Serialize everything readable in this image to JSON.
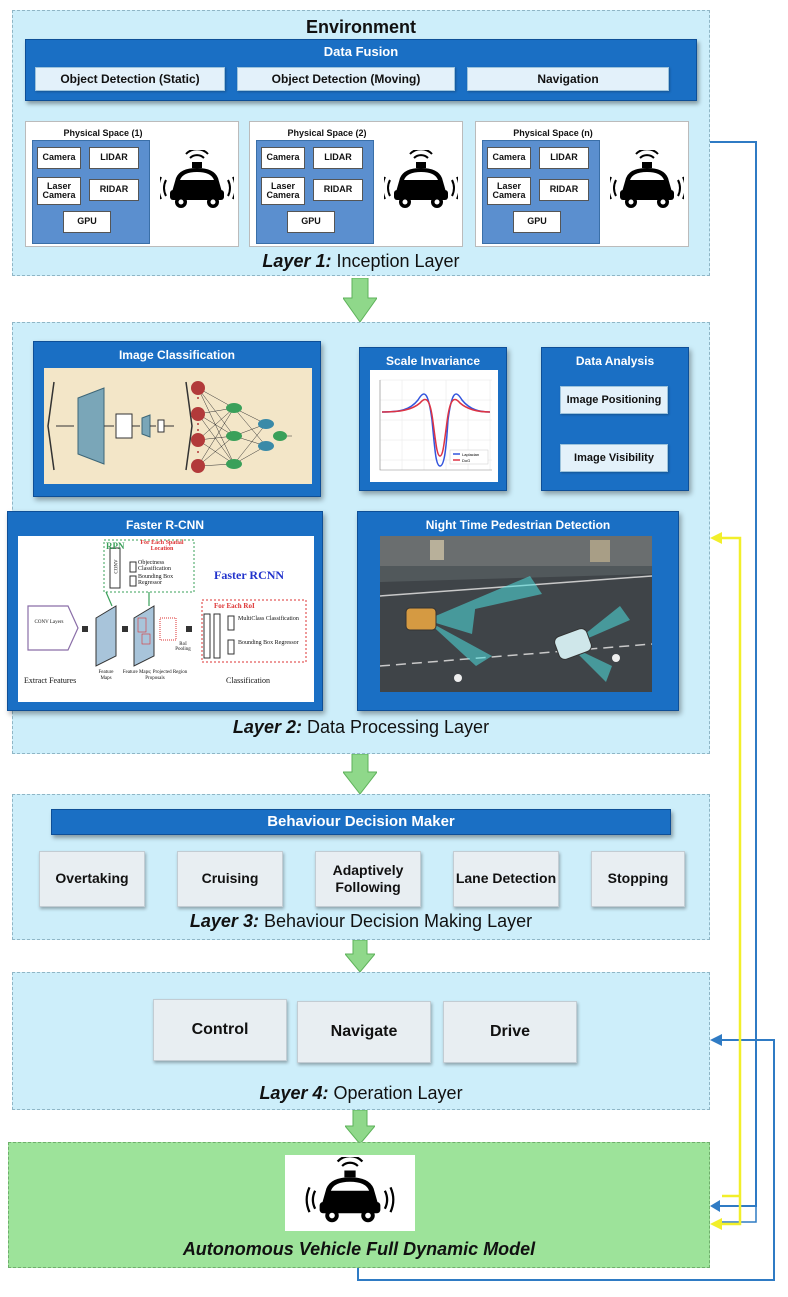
{
  "layer1": {
    "env_title": "Environment",
    "fusion_title": "Data Fusion",
    "fusion_items": [
      "Object Detection (Static)",
      "Object Detection (Moving)",
      "Navigation"
    ],
    "physical_spaces": [
      {
        "title": "Physical Space (1)"
      },
      {
        "title": "Physical Space (2)"
      },
      {
        "title": "Physical Space (n)"
      }
    ],
    "sensors": {
      "camera": "Camera",
      "lidar": "LIDAR",
      "laser_camera": "Laser Camera",
      "ridar": "RIDAR",
      "gpu": "GPU"
    },
    "caption_em": "Layer 1:",
    "caption_text": " Inception Layer"
  },
  "layer2": {
    "image_classification": {
      "title": "Image Classification"
    },
    "scale_invariance": {
      "title": "Scale Invariance",
      "legend": [
        "Laplacian",
        "DoG"
      ],
      "series_colors": [
        "#3355dd",
        "#dd3344"
      ]
    },
    "data_analysis": {
      "title": "Data Analysis",
      "items": [
        "Image Positioning",
        "Image Visibility"
      ]
    },
    "faster_rcnn": {
      "title": "Faster R-CNN",
      "big_label": "Faster RCNN",
      "rpn": "RPN",
      "for_each_spatial": "For Each Spatial Location",
      "conv": "CONV",
      "objectness": "Objectness Classification",
      "bbox_reg": "Bounding Box Regressor",
      "conv_layers": "CONV Layers",
      "extract_features": "Extract Features",
      "feature_maps": "Feature Maps",
      "feature_maps_proj": "Feature Maps; Projected Region Proposals",
      "roi_pooling": "RoI Pooling",
      "for_each_roi": "For Each RoI",
      "multiclass": "MultiClass Classification",
      "bbox_reg2": "Bounding Box Regressor",
      "classification": "Classification"
    },
    "night_detection": {
      "title": "Night Time Pedestrian Detection"
    },
    "caption_em": "Layer 2:",
    "caption_text": " Data Processing Layer"
  },
  "layer3": {
    "header": "Behaviour Decision Maker",
    "items": [
      "Overtaking",
      "Cruising",
      "Adaptively Following",
      "Lane Detection",
      "Stopping"
    ],
    "caption_em": "Layer 3:",
    "caption_text": " Behaviour Decision Making Layer"
  },
  "layer4": {
    "items": [
      "Control",
      "Navigate",
      "Drive"
    ],
    "caption_em": "Layer 4:",
    "caption_text": " Operation Layer"
  },
  "model": {
    "caption": "Autonomous Vehicle Full Dynamic Model"
  },
  "colors": {
    "layer_bg": "#cdeefa",
    "panel_blue": "#1a6fc4",
    "model_green": "#9de39a",
    "arrow_green": "#8fd88a",
    "feedback_blue": "#2f7bc4",
    "feedback_yellow": "#f2ef2a"
  }
}
